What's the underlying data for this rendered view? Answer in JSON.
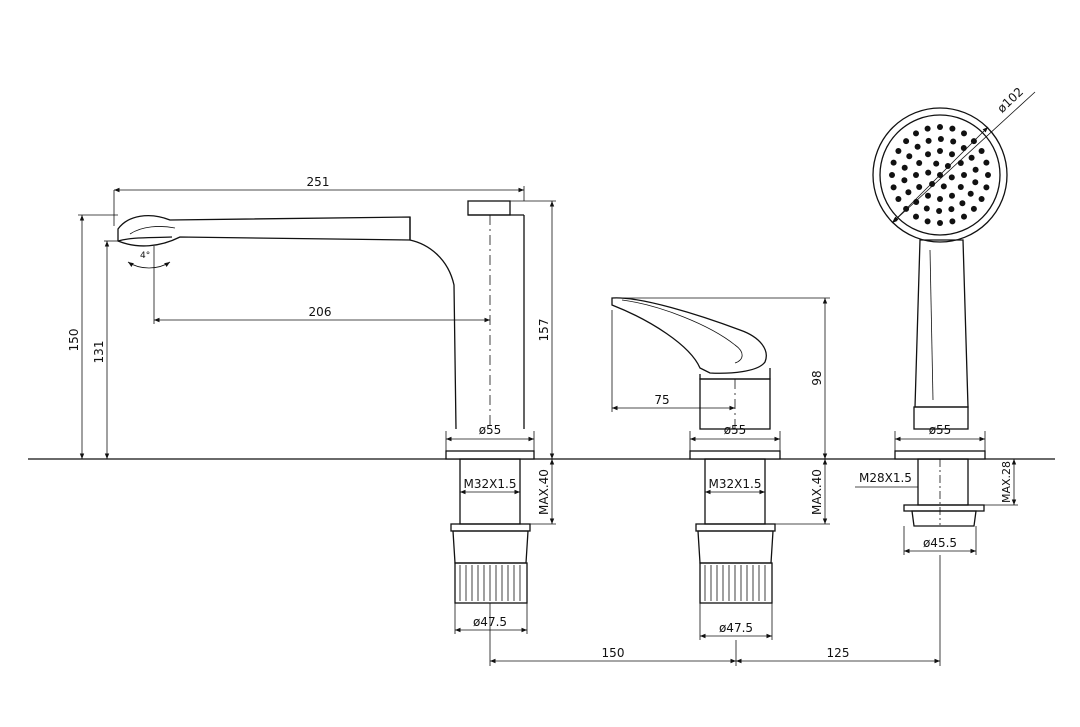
{
  "spout": {
    "dims": {
      "length": "251",
      "height": "150",
      "inner_height": "131",
      "total_height": "157",
      "reach": "206",
      "angle": "4°"
    },
    "base": {
      "dia": "ø55",
      "thread": "M32X1.5",
      "max": "MAX.40",
      "nut_dia": "ø47.5"
    }
  },
  "mixer": {
    "dims": {
      "height": "98",
      "handle": "75"
    },
    "base": {
      "dia": "ø55",
      "thread": "M32X1.5",
      "max": "MAX.40",
      "nut_dia": "ø47.5"
    }
  },
  "shower": {
    "dims": {
      "head_dia": "ø102"
    },
    "base": {
      "dia": "ø55",
      "thread": "M28X1.5",
      "max": "MAX.28",
      "nut_dia": "ø45.5"
    }
  },
  "spacing": {
    "left": "150",
    "right": "125"
  }
}
